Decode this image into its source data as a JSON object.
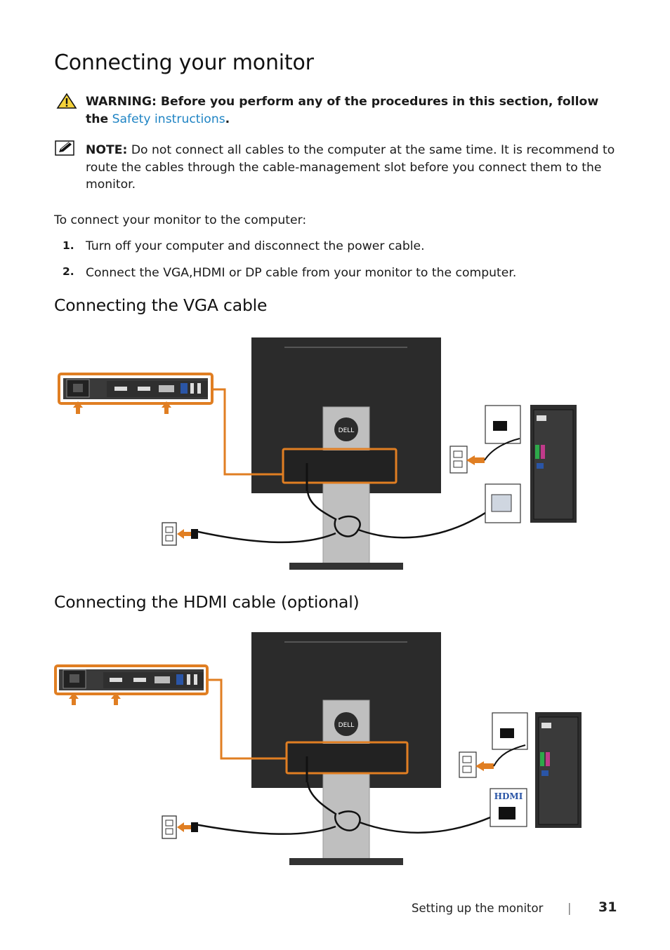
{
  "page": {
    "title": "Connecting your monitor",
    "warning": {
      "label": "WARNING: Before you perform any of the procedures in this section, follow",
      "the": "the",
      "link": "Safety instructions",
      "end": "."
    },
    "note": {
      "label": "NOTE:",
      "text": "Do not connect all cables to the computer at the same time. It is recommend to route the cables through the cable-management slot before you connect them to the monitor."
    },
    "intro": "To connect your monitor to the computer:",
    "steps": [
      {
        "num": "1.",
        "text": "Turn off your computer and disconnect the power cable."
      },
      {
        "num": "2.",
        "text": "Connect the VGA,HDMI or DP cable from your monitor to the computer."
      }
    ],
    "section_vga": "Connecting the VGA cable",
    "section_hdmi": "Connecting the HDMI cable (optional)",
    "hdmi_logo": "HDMI",
    "brand_logo": "DELL"
  },
  "footer": {
    "section": "Setting up the monitor",
    "separator": "|",
    "page_number": "31"
  },
  "colors": {
    "orange": "#e07e22",
    "monitor": "#2b2b2b",
    "stand": "#bfbfbf",
    "link": "#1f84c4"
  }
}
